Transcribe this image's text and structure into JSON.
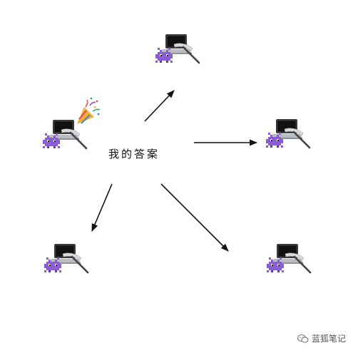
{
  "center": {
    "label": "我的答案"
  },
  "nodes": [
    {
      "id": "top",
      "icons": [
        "laptop-icon",
        "alien-monster-icon",
        "pickaxe-icon"
      ]
    },
    {
      "id": "left",
      "icons": [
        "party-popper-icon",
        "laptop-icon",
        "alien-monster-icon",
        "pickaxe-icon"
      ]
    },
    {
      "id": "right",
      "icons": [
        "laptop-icon",
        "alien-monster-icon",
        "pickaxe-icon"
      ]
    },
    {
      "id": "bottom-left",
      "icons": [
        "laptop-icon",
        "alien-monster-icon",
        "pickaxe-icon"
      ]
    },
    {
      "id": "bottom-right",
      "icons": [
        "laptop-icon",
        "alien-monster-icon",
        "pickaxe-icon"
      ]
    }
  ],
  "watermark": {
    "text": "蓝狐笔记",
    "icon": "wechat-icon"
  },
  "colors": {
    "monster": "#8a5cd6",
    "monster_dark": "#5f3aa6",
    "arrow": "#111111",
    "party": "#f2b134"
  }
}
